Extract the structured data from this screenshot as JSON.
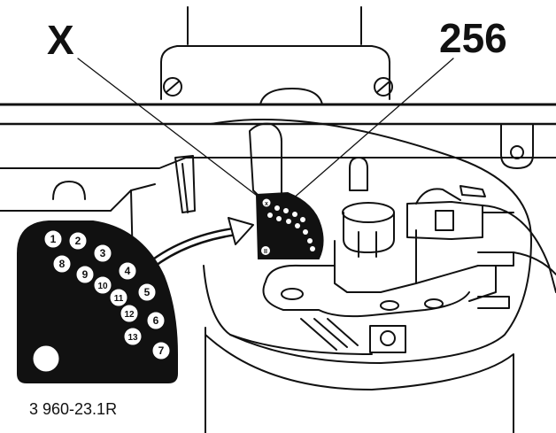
{
  "figure": {
    "callout_x": "X",
    "callout_256": "256",
    "figure_code": "3 960-23.1R"
  },
  "inset": {
    "positions": [
      "1",
      "2",
      "3",
      "4",
      "5",
      "6",
      "7",
      "8",
      "9",
      "10",
      "11",
      "12",
      "13"
    ]
  },
  "part": {
    "mark_x": "X",
    "mark_ii": "II"
  },
  "colors": {
    "ink": "#111111",
    "paper": "#ffffff"
  }
}
